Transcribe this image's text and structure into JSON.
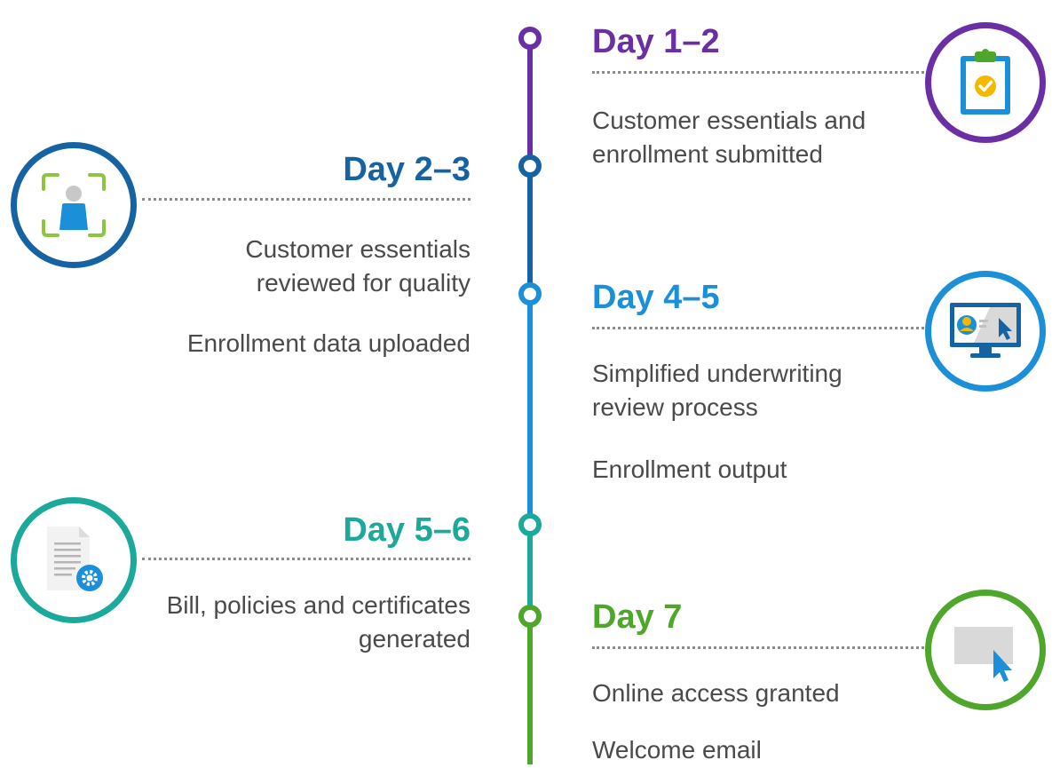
{
  "colors": {
    "purple": "#6b2fa5",
    "navy": "#1663a3",
    "blue": "#1b90d8",
    "teal": "#1aa99b",
    "green": "#4ea62b"
  },
  "stages": [
    {
      "title": "Day 1–2",
      "color": "#6b2fa5",
      "side": "right",
      "icon": "clipboard-check-icon",
      "lines": [
        "Customer essentials and enrollment submitted"
      ]
    },
    {
      "title": "Day 2–3",
      "color": "#1663a3",
      "side": "left",
      "icon": "person-scan-icon",
      "lines": [
        "Customer essentials reviewed for quality",
        "Enrollment data uploaded"
      ]
    },
    {
      "title": "Day 4–5",
      "color": "#1b90d8",
      "side": "right",
      "icon": "monitor-profile-icon",
      "lines": [
        "Simplified underwriting review process",
        "Enrollment output"
      ]
    },
    {
      "title": "Day 5–6",
      "color": "#1aa99b",
      "side": "left",
      "icon": "document-gear-icon",
      "lines": [
        "Bill, policies and certificates generated"
      ]
    },
    {
      "title": "Day 7",
      "color": "#4ea62b",
      "side": "right",
      "icon": "cursor-click-icon",
      "lines": [
        "Online access granted",
        "Welcome email"
      ]
    }
  ]
}
